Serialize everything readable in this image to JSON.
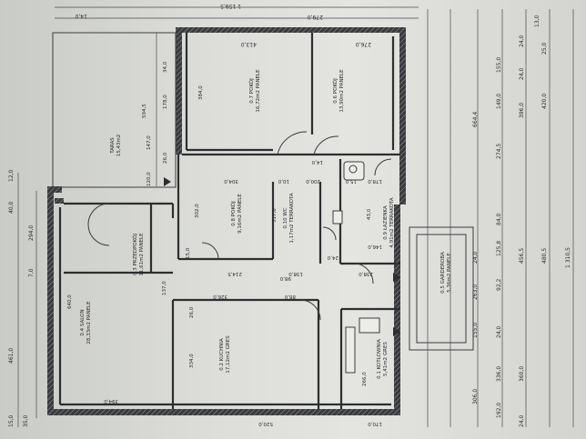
{
  "rooms": [
    {
      "id": "room-pokoj-large",
      "lines": [
        "0.7 POKÓJ",
        "16,72m2 PANELE"
      ]
    },
    {
      "id": "room-pokoj-right",
      "lines": [
        "0.6 POKÓJ",
        "13,90m2 PANELE"
      ]
    },
    {
      "id": "room-pokoj-mid",
      "lines": [
        "0.8 POKÓJ",
        "9,16m2 PANELE"
      ]
    },
    {
      "id": "room-wc",
      "lines": [
        "0.10 WC",
        "1,17m2 TERRAKOTA"
      ]
    },
    {
      "id": "room-lazienka",
      "lines": [
        "0.9 ŁAZIENKA",
        "4,91m2 TERRAKOTA"
      ]
    },
    {
      "id": "room-przedpokoj",
      "lines": [
        "0.3 PRZEDPOKÓJ",
        "11,61m2 PANELE"
      ]
    },
    {
      "id": "room-salon",
      "lines": [
        "0.4 SALON",
        "28,33m2 PANELE"
      ]
    },
    {
      "id": "room-kuchnia",
      "lines": [
        "0.2 KUCHNIA",
        "17,12m2 GRES"
      ]
    },
    {
      "id": "room-kotlownia",
      "lines": [
        "0.1 KOTŁOWNIA",
        "5,41m2 GRES"
      ]
    },
    {
      "id": "room-garderoba",
      "lines": [
        "0.5 GARDEROBA",
        "5,36m2 PANELE"
      ]
    },
    {
      "id": "room-taras",
      "lines": [
        "TARAS",
        "15,43m2"
      ]
    }
  ],
  "dimensions_right": [
    {
      "id": "r1",
      "values": [
        "155,0",
        "24,0",
        "13,0"
      ]
    },
    {
      "id": "r2",
      "values": [
        "149,0",
        "24,0",
        "25,0"
      ]
    },
    {
      "id": "r3",
      "values": [
        "396,0",
        "420,0"
      ]
    },
    {
      "id": "r4",
      "values": [
        "664,4"
      ]
    },
    {
      "id": "r5",
      "values": [
        "274,5",
        "84,0",
        "125,8"
      ]
    },
    {
      "id": "r6",
      "values": [
        "456,5",
        "480,5"
      ]
    },
    {
      "id": "r7",
      "values": [
        "24,0",
        "263,0",
        "92,2"
      ]
    },
    {
      "id": "r8",
      "values": [
        "155,0",
        "24,0",
        "336,0"
      ]
    },
    {
      "id": "r9",
      "values": [
        "360,0",
        "306,0"
      ]
    },
    {
      "id": "r10",
      "values": [
        "192,0",
        "24,0"
      ]
    },
    {
      "id": "total",
      "values": [
        "1 310,5"
      ]
    }
  ],
  "dimensions_top": [
    "1 159,5",
    "14,0",
    "279,0",
    "413,0",
    "276,0"
  ],
  "dimensions_inner": [
    "304,0",
    "302,0",
    "317,0",
    "200,0",
    "10,0",
    "15,0",
    "178,0",
    "14,0",
    "43,0",
    "146,0",
    "238,0",
    "24,0",
    "138,0",
    "214,5",
    "15,0",
    "137,0",
    "326,0",
    "88,0",
    "26,0",
    "334,0",
    "266,0",
    "520,0",
    "170,0",
    "394,0",
    "640,0",
    "594,5",
    "147,0",
    "178,0",
    "120,0",
    "34,0",
    "26,0",
    "384,0",
    "98,0"
  ],
  "dimensions_left": [
    "461,0",
    "294,0",
    "7,0",
    "40,0",
    "12,0",
    "15,0",
    "35,0"
  ]
}
